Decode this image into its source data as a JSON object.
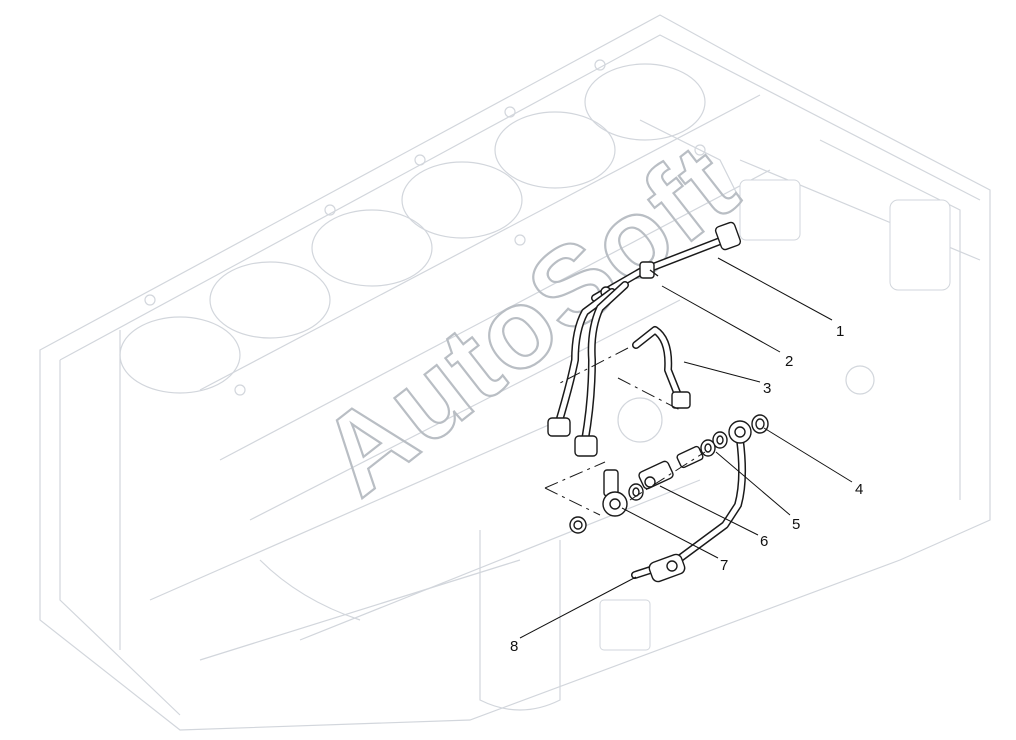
{
  "watermark": "AutoSoft",
  "callouts": [
    "1",
    "2",
    "3",
    "4",
    "5",
    "6",
    "7",
    "8"
  ]
}
